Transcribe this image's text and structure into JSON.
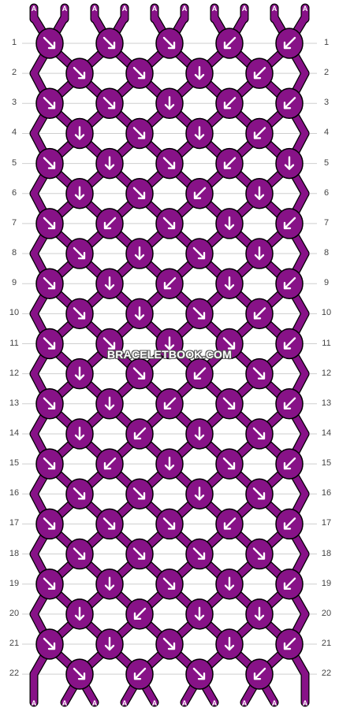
{
  "colors": {
    "strand": "#871287",
    "outline": "#000000",
    "arrow": "#ffffff",
    "guide": "#cfcfcf"
  },
  "strand_label": "A",
  "strand_count": 10,
  "row_labels": [
    "1",
    "2",
    "3",
    "4",
    "5",
    "6",
    "7",
    "8",
    "9",
    "10",
    "11",
    "12",
    "13",
    "14",
    "15",
    "16",
    "17",
    "18",
    "19",
    "20",
    "21",
    "22"
  ],
  "watermark": "BRACELETBOOK.COM",
  "knot_rows": [
    [
      "f",
      "f",
      "f",
      "b",
      "b"
    ],
    [
      "f",
      "f",
      "n",
      "b"
    ],
    [
      "f",
      "f",
      "n",
      "b",
      "b"
    ],
    [
      "n",
      "f",
      "n",
      "b"
    ],
    [
      "f",
      "n",
      "f",
      "b",
      "n"
    ],
    [
      "n",
      "f",
      "b",
      "n"
    ],
    [
      "f",
      "b",
      "f",
      "n",
      "b"
    ],
    [
      "f",
      "n",
      "f",
      "n"
    ],
    [
      "f",
      "n",
      "b",
      "n",
      "b"
    ],
    [
      "f",
      "n",
      "f",
      "b"
    ],
    [
      "f",
      "f",
      "n",
      "f",
      "b"
    ],
    [
      "n",
      "f",
      "b",
      "f"
    ],
    [
      "f",
      "n",
      "b",
      "f",
      "b"
    ],
    [
      "n",
      "b",
      "n",
      "f"
    ],
    [
      "f",
      "b",
      "n",
      "f",
      "b"
    ],
    [
      "f",
      "f",
      "n",
      "f"
    ],
    [
      "f",
      "f",
      "f",
      "b",
      "b"
    ],
    [
      "f",
      "f",
      "f",
      "f"
    ],
    [
      "f",
      "n",
      "f",
      "n",
      "b"
    ],
    [
      "n",
      "b",
      "n",
      "n"
    ],
    [
      "f",
      "n",
      "f",
      "n",
      "b"
    ],
    [
      "f",
      "b",
      "f",
      "b"
    ]
  ]
}
